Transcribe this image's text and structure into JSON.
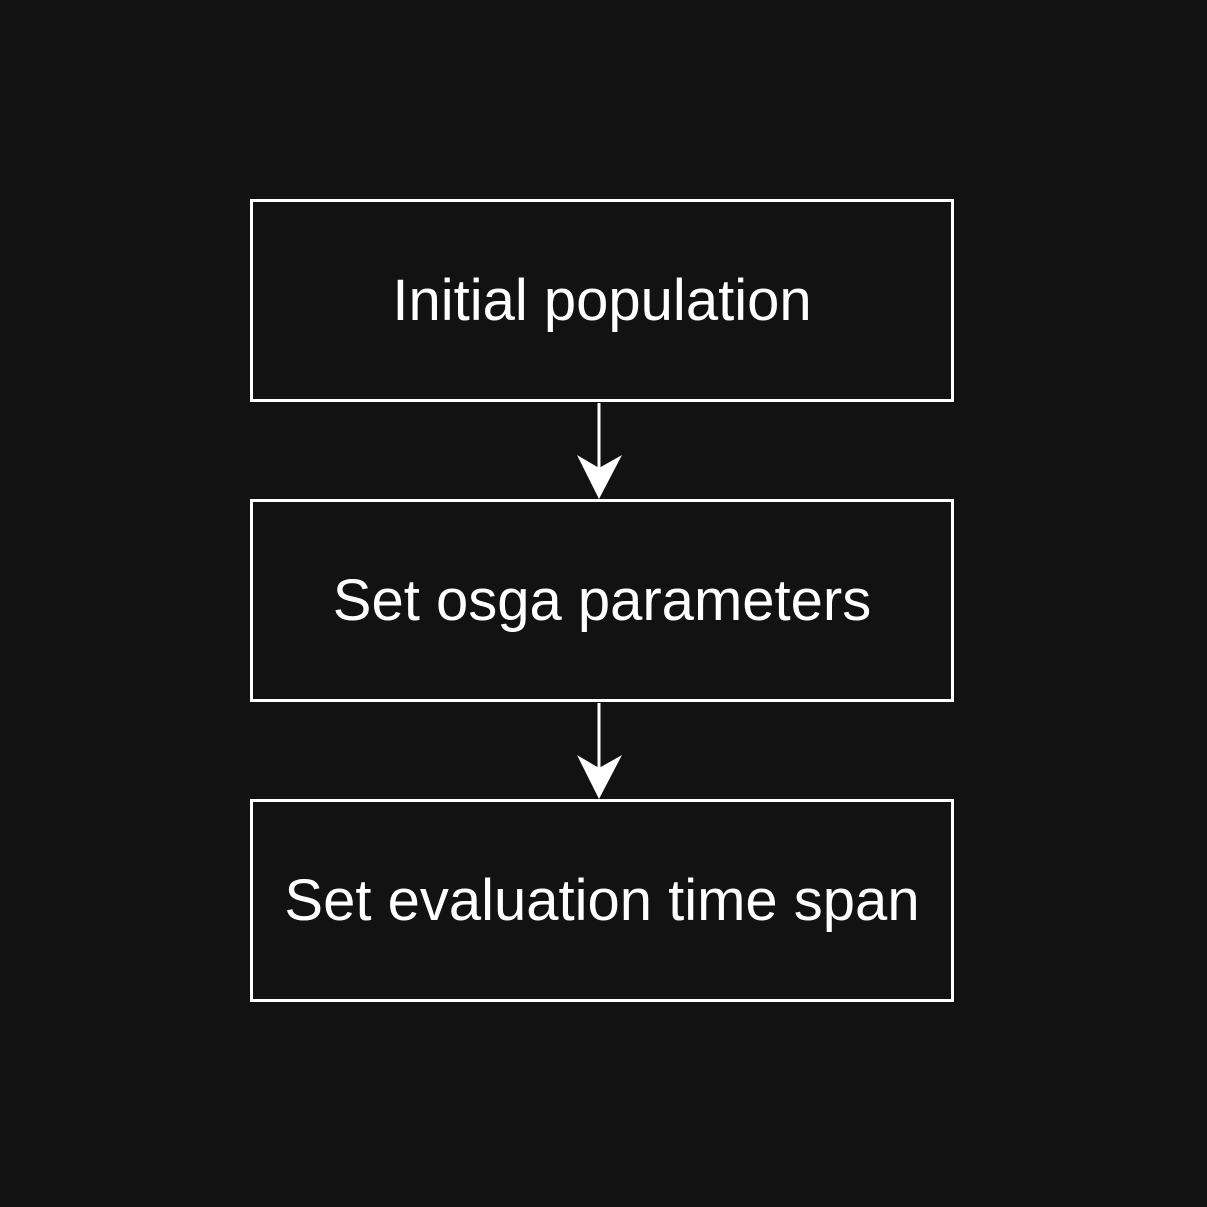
{
  "flowchart": {
    "steps": [
      {
        "label": "Initial population"
      },
      {
        "label": "Set osga parameters"
      },
      {
        "label": "Set evaluation time span"
      }
    ],
    "colors": {
      "background": "#121212",
      "stroke": "#ffffff",
      "text": "#ffffff"
    }
  }
}
